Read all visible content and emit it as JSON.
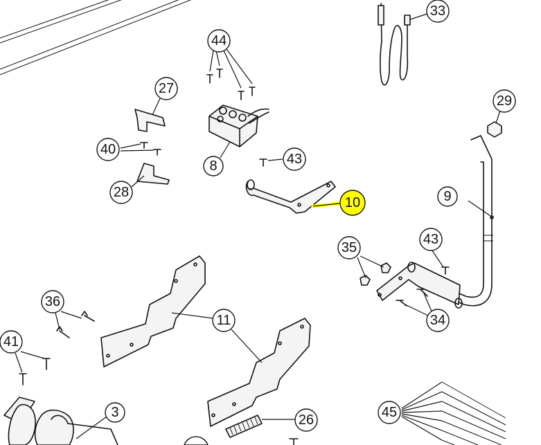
{
  "diagram": {
    "callouts": [
      {
        "id": "c33",
        "label": "33"
      },
      {
        "id": "c44",
        "label": "44"
      },
      {
        "id": "c27",
        "label": "27"
      },
      {
        "id": "c29",
        "label": "29"
      },
      {
        "id": "c40",
        "label": "40"
      },
      {
        "id": "c8",
        "label": "8"
      },
      {
        "id": "c43a",
        "label": "43"
      },
      {
        "id": "c28",
        "label": "28"
      },
      {
        "id": "c10",
        "label": "10",
        "highlighted": true
      },
      {
        "id": "c9",
        "label": "9"
      },
      {
        "id": "c35",
        "label": "35"
      },
      {
        "id": "c43b",
        "label": "43"
      },
      {
        "id": "c36",
        "label": "36"
      },
      {
        "id": "c11",
        "label": "11"
      },
      {
        "id": "c34",
        "label": "34"
      },
      {
        "id": "c41",
        "label": "41"
      },
      {
        "id": "c3",
        "label": "3"
      },
      {
        "id": "c26",
        "label": "26"
      },
      {
        "id": "c45",
        "label": "45"
      }
    ],
    "highlight_color": "#ffff00"
  }
}
